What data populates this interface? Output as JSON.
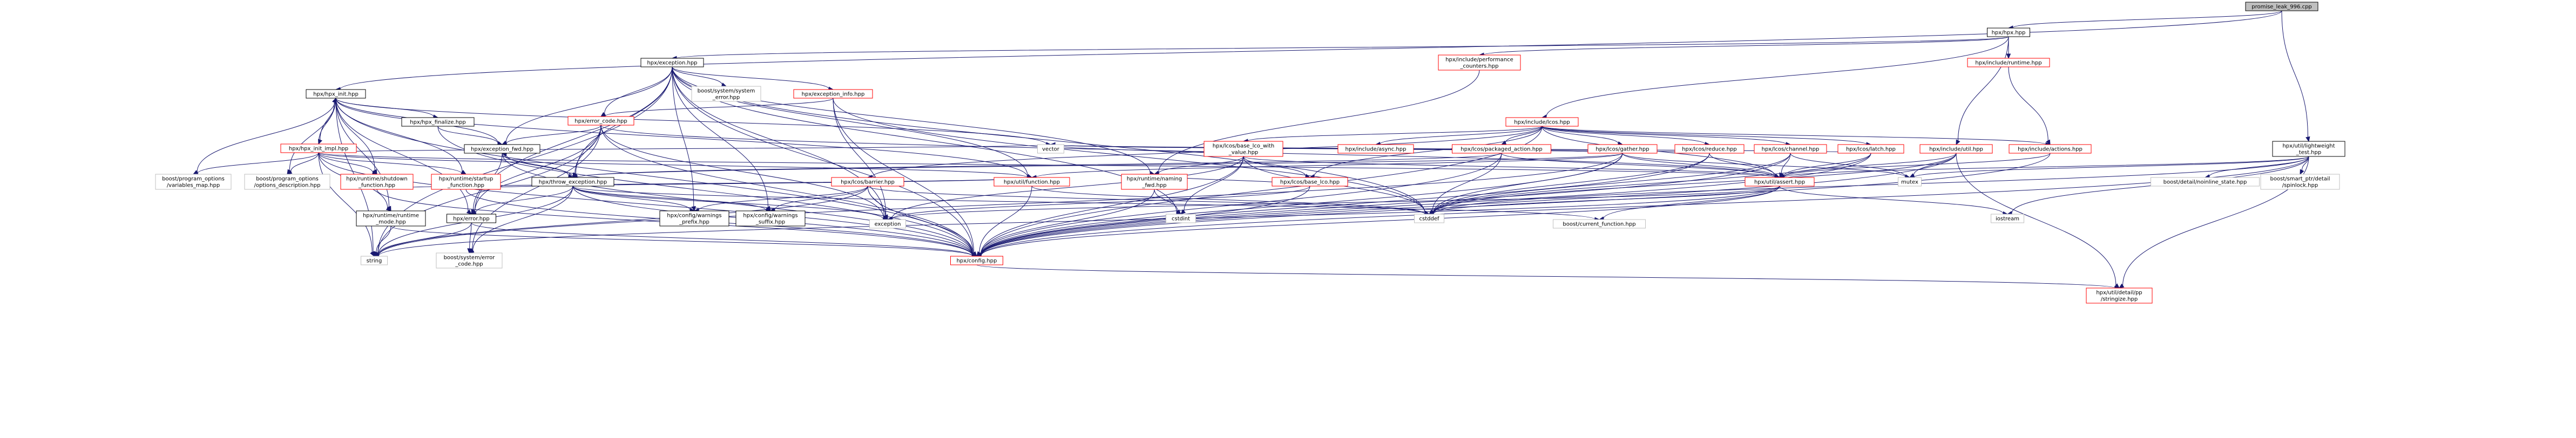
{
  "diagram": {
    "nodes": [
      {
        "id": "root",
        "lines": [
          "promise_leak_996.cpp"
        ],
        "style": "root"
      },
      {
        "id": "hpx_hpp",
        "lines": [
          "hpx/hpx.hpp"
        ],
        "style": "black"
      },
      {
        "id": "exception",
        "lines": [
          "hpx/exception.hpp"
        ],
        "style": "black"
      },
      {
        "id": "perf_counters",
        "lines": [
          "hpx/include/performance",
          "_counters.hpp"
        ],
        "style": "red"
      },
      {
        "id": "inc_runtime",
        "lines": [
          "hpx/include/runtime.hpp"
        ],
        "style": "red"
      },
      {
        "id": "lightweight_test",
        "lines": [
          "hpx/util/lightweight",
          "_test.hpp"
        ],
        "style": "black"
      },
      {
        "id": "hpx_init",
        "lines": [
          "hpx/hpx_init.hpp"
        ],
        "style": "black"
      },
      {
        "id": "boost_system_error",
        "lines": [
          "boost/system/system",
          "_error.hpp"
        ],
        "style": "gray"
      },
      {
        "id": "exception_info",
        "lines": [
          "hpx/exception_info.hpp"
        ],
        "style": "red"
      },
      {
        "id": "inc_lcos",
        "lines": [
          "hpx/include/lcos.hpp"
        ],
        "style": "red"
      },
      {
        "id": "hpx_finalize",
        "lines": [
          "hpx/hpx_finalize.hpp"
        ],
        "style": "black"
      },
      {
        "id": "error_code",
        "lines": [
          "hpx/error_code.hpp"
        ],
        "style": "red"
      },
      {
        "id": "hpx_init_impl",
        "lines": [
          "hpx/hpx_init_impl.hpp"
        ],
        "style": "red"
      },
      {
        "id": "exception_fwd",
        "lines": [
          "hpx/exception_fwd.hpp"
        ],
        "style": "black"
      },
      {
        "id": "inc_async",
        "lines": [
          "hpx/include/async.hpp"
        ],
        "style": "red"
      },
      {
        "id": "base_lco_with_value",
        "lines": [
          "hpx/lcos/base_lco_with",
          "_value.hpp"
        ],
        "style": "red"
      },
      {
        "id": "packaged_action",
        "lines": [
          "hpx/lcos/packaged_action.hpp"
        ],
        "style": "red"
      },
      {
        "id": "lcos_gather",
        "lines": [
          "hpx/lcos/gather.hpp"
        ],
        "style": "red"
      },
      {
        "id": "lcos_reduce",
        "lines": [
          "hpx/lcos/reduce.hpp"
        ],
        "style": "red"
      },
      {
        "id": "lcos_channel",
        "lines": [
          "hpx/lcos/channel.hpp"
        ],
        "style": "red"
      },
      {
        "id": "lcos_latch",
        "lines": [
          "hpx/lcos/latch.hpp"
        ],
        "style": "red"
      },
      {
        "id": "inc_util",
        "lines": [
          "hpx/include/util.hpp"
        ],
        "style": "red"
      },
      {
        "id": "inc_actions",
        "lines": [
          "hpx/include/actions.hpp"
        ],
        "style": "red"
      },
      {
        "id": "boost_po_varmap",
        "lines": [
          "boost/program_options",
          "/variables_map.hpp"
        ],
        "style": "gray"
      },
      {
        "id": "boost_po_desc",
        "lines": [
          "boost/program_options",
          "/options_description.hpp"
        ],
        "style": "gray"
      },
      {
        "id": "shutdown_fn",
        "lines": [
          "hpx/runtime/shutdown",
          "_function.hpp"
        ],
        "style": "red"
      },
      {
        "id": "startup_fn",
        "lines": [
          "hpx/runtime/startup",
          "_function.hpp"
        ],
        "style": "red"
      },
      {
        "id": "throw_exception",
        "lines": [
          "hpx/throw_exception.hpp"
        ],
        "style": "black"
      },
      {
        "id": "lcos_barrier",
        "lines": [
          "hpx/lcos/barrier.hpp"
        ],
        "style": "red"
      },
      {
        "id": "util_function",
        "lines": [
          "hpx/util/function.hpp"
        ],
        "style": "red"
      },
      {
        "id": "naming_fwd",
        "lines": [
          "hpx/runtime/naming",
          "_fwd.hpp"
        ],
        "style": "red"
      },
      {
        "id": "lcos_base_lco",
        "lines": [
          "hpx/lcos/base_lco.hpp"
        ],
        "style": "red"
      },
      {
        "id": "util_assert",
        "lines": [
          "hpx/util/assert.hpp"
        ],
        "style": "red"
      },
      {
        "id": "runtime_mode",
        "lines": [
          "hpx/runtime/runtime",
          "_mode.hpp"
        ],
        "style": "black"
      },
      {
        "id": "error_hpp",
        "lines": [
          "hpx/error.hpp"
        ],
        "style": "black"
      },
      {
        "id": "warnings_prefix",
        "lines": [
          "hpx/config/warnings",
          "_prefix.hpp"
        ],
        "style": "black"
      },
      {
        "id": "warnings_suffix",
        "lines": [
          "hpx/config/warnings",
          "_suffix.hpp"
        ],
        "style": "black"
      },
      {
        "id": "std_exception",
        "lines": [
          "exception"
        ],
        "style": "gray"
      },
      {
        "id": "std_vector",
        "lines": [
          "vector"
        ],
        "style": "gray"
      },
      {
        "id": "std_mutex",
        "lines": [
          "mutex"
        ],
        "style": "gray"
      },
      {
        "id": "std_cstddef",
        "lines": [
          "cstddef"
        ],
        "style": "gray"
      },
      {
        "id": "std_cstdint",
        "lines": [
          "cstdint"
        ],
        "style": "gray"
      },
      {
        "id": "boost_current_function",
        "lines": [
          "boost/current_function.hpp"
        ],
        "style": "gray"
      },
      {
        "id": "std_iostream",
        "lines": [
          "iostream"
        ],
        "style": "gray"
      },
      {
        "id": "boost_noinline_state",
        "lines": [
          "boost/detail/noinline_state.hpp"
        ],
        "style": "gray"
      },
      {
        "id": "boost_smart_ptr_simplock",
        "lines": [
          "boost/smart_ptr/detail",
          "/spinlock.hpp"
        ],
        "style": "gray"
      },
      {
        "id": "std_string",
        "lines": [
          "string"
        ],
        "style": "gray"
      },
      {
        "id": "boost_system_error_code",
        "lines": [
          "boost/system/error",
          "_code.hpp"
        ],
        "style": "gray"
      },
      {
        "id": "hpx_config",
        "lines": [
          "hpx/config.hpp"
        ],
        "style": "red"
      },
      {
        "id": "stringize",
        "lines": [
          "hpx/util/detail/pp",
          "/stringize.hpp"
        ],
        "style": "red"
      }
    ],
    "edges": [
      [
        "root",
        "hpx_hpp"
      ],
      [
        "root",
        "hpx_init"
      ],
      [
        "root",
        "lightweight_test"
      ],
      [
        "hpx_hpp",
        "exception"
      ],
      [
        "hpx_hpp",
        "perf_counters"
      ],
      [
        "hpx_hpp",
        "inc_runtime"
      ],
      [
        "hpx_hpp",
        "inc_lcos"
      ],
      [
        "hpx_hpp",
        "inc_util"
      ],
      [
        "exception",
        "boost_system_error"
      ],
      [
        "exception",
        "exception_info"
      ],
      [
        "exception",
        "error_code"
      ],
      [
        "exception",
        "exception_fwd"
      ],
      [
        "exception",
        "throw_exception"
      ],
      [
        "exception",
        "error_hpp"
      ],
      [
        "exception",
        "warnings_prefix"
      ],
      [
        "exception",
        "warnings_suffix"
      ],
      [
        "exception",
        "std_exception"
      ],
      [
        "exception",
        "std_string"
      ],
      [
        "exception",
        "std_cstdint"
      ],
      [
        "exception",
        "std_cstddef"
      ],
      [
        "exception",
        "hpx_config"
      ],
      [
        "exception",
        "util_function"
      ],
      [
        "exception",
        "naming_fwd"
      ],
      [
        "exception_info",
        "error_code"
      ],
      [
        "exception_info",
        "std_exception"
      ],
      [
        "exception_info",
        "hpx_config"
      ],
      [
        "exception_info",
        "std_cstddef"
      ],
      [
        "error_code",
        "exception_fwd"
      ],
      [
        "error_code",
        "throw_exception"
      ],
      [
        "error_code",
        "error_hpp"
      ],
      [
        "error_code",
        "std_exception"
      ],
      [
        "error_code",
        "std_string"
      ],
      [
        "error_code",
        "boost_system_error_code"
      ],
      [
        "error_code",
        "hpx_config"
      ],
      [
        "error_code",
        "util_assert"
      ],
      [
        "hpx_init",
        "hpx_finalize"
      ],
      [
        "hpx_init",
        "hpx_init_impl"
      ],
      [
        "hpx_init",
        "exception_fwd"
      ],
      [
        "hpx_init",
        "boost_po_varmap"
      ],
      [
        "hpx_init",
        "boost_po_desc"
      ],
      [
        "hpx_init",
        "shutdown_fn"
      ],
      [
        "hpx_init",
        "startup_fn"
      ],
      [
        "hpx_init",
        "runtime_mode"
      ],
      [
        "hpx_init",
        "util_function"
      ],
      [
        "hpx_init",
        "std_string"
      ],
      [
        "hpx_init",
        "std_vector"
      ],
      [
        "hpx_init",
        "hpx_config"
      ],
      [
        "hpx_init",
        "error_hpp"
      ],
      [
        "hpx_finalize",
        "exception_fwd"
      ],
      [
        "hpx_finalize",
        "hpx_config"
      ],
      [
        "hpx_init_impl",
        "hpx_init"
      ],
      [
        "hpx_init_impl",
        "boost_po_varmap"
      ],
      [
        "hpx_init_impl",
        "boost_po_desc"
      ],
      [
        "hpx_init_impl",
        "shutdown_fn"
      ],
      [
        "hpx_init_impl",
        "startup_fn"
      ],
      [
        "hpx_init_impl",
        "runtime_mode"
      ],
      [
        "hpx_init_impl",
        "util_assert"
      ],
      [
        "hpx_init_impl",
        "std_string"
      ],
      [
        "hpx_init_impl",
        "std_vector"
      ],
      [
        "hpx_init_impl",
        "hpx_config"
      ],
      [
        "hpx_init_impl",
        "util_function"
      ],
      [
        "exception_fwd",
        "throw_exception"
      ],
      [
        "exception_fwd",
        "error_hpp"
      ],
      [
        "exception_fwd",
        "hpx_config"
      ],
      [
        "throw_exception",
        "exception_fwd"
      ],
      [
        "throw_exception",
        "error_hpp"
      ],
      [
        "throw_exception",
        "warnings_prefix"
      ],
      [
        "throw_exception",
        "warnings_suffix"
      ],
      [
        "throw_exception",
        "std_exception"
      ],
      [
        "throw_exception",
        "std_string"
      ],
      [
        "throw_exception",
        "boost_system_error_code"
      ],
      [
        "throw_exception",
        "boost_current_function"
      ],
      [
        "throw_exception",
        "hpx_config"
      ],
      [
        "error_hpp",
        "std_string"
      ],
      [
        "error_hpp",
        "boost_system_error_code"
      ],
      [
        "error_hpp",
        "hpx_config"
      ],
      [
        "shutdown_fn",
        "util_function"
      ],
      [
        "shutdown_fn",
        "hpx_config"
      ],
      [
        "startup_fn",
        "util_function"
      ],
      [
        "startup_fn",
        "hpx_config"
      ],
      [
        "runtime_mode",
        "std_string"
      ],
      [
        "runtime_mode",
        "hpx_config"
      ],
      [
        "inc_lcos",
        "inc_async"
      ],
      [
        "inc_lcos",
        "base_lco_with_value"
      ],
      [
        "inc_lcos",
        "packaged_action"
      ],
      [
        "inc_lcos",
        "lcos_gather"
      ],
      [
        "inc_lcos",
        "lcos_reduce"
      ],
      [
        "inc_lcos",
        "lcos_channel"
      ],
      [
        "inc_lcos",
        "lcos_latch"
      ],
      [
        "inc_lcos",
        "inc_actions"
      ],
      [
        "inc_lcos",
        "lcos_base_lco"
      ],
      [
        "inc_lcos",
        "lcos_barrier"
      ],
      [
        "inc_lcos",
        "util_assert"
      ],
      [
        "inc_lcos",
        "hpx_config"
      ],
      [
        "base_lco_with_value",
        "std_vector"
      ],
      [
        "base_lco_with_value",
        "naming_fwd"
      ],
      [
        "base_lco_with_value",
        "lcos_base_lco"
      ],
      [
        "base_lco_with_value",
        "util_assert"
      ],
      [
        "base_lco_with_value",
        "std_cstdint"
      ],
      [
        "base_lco_with_value",
        "std_exception"
      ],
      [
        "base_lco_with_value",
        "hpx_config"
      ],
      [
        "base_lco_with_value",
        "std_cstddef"
      ],
      [
        "packaged_action",
        "util_assert"
      ],
      [
        "packaged_action",
        "throw_exception"
      ],
      [
        "packaged_action",
        "hpx_config"
      ],
      [
        "packaged_action",
        "std_cstddef"
      ],
      [
        "lcos_gather",
        "util_assert"
      ],
      [
        "lcos_gather",
        "util_function"
      ],
      [
        "lcos_gather",
        "std_vector"
      ],
      [
        "lcos_gather",
        "std_cstddef"
      ],
      [
        "lcos_gather",
        "hpx_config"
      ],
      [
        "lcos_gather",
        "std_mutex"
      ],
      [
        "lcos_gather",
        "std_string"
      ],
      [
        "lcos_gather",
        "throw_exception"
      ],
      [
        "lcos_reduce",
        "util_assert"
      ],
      [
        "lcos_reduce",
        "std_vector"
      ],
      [
        "lcos_reduce",
        "std_cstddef"
      ],
      [
        "lcos_reduce",
        "hpx_config"
      ],
      [
        "lcos_channel",
        "util_assert"
      ],
      [
        "lcos_channel",
        "std_mutex"
      ],
      [
        "lcos_channel",
        "std_cstddef"
      ],
      [
        "lcos_channel",
        "hpx_config"
      ],
      [
        "lcos_latch",
        "util_assert"
      ],
      [
        "lcos_latch",
        "std_cstddef"
      ],
      [
        "lcos_latch",
        "hpx_config"
      ],
      [
        "lcos_latch",
        "std_vector"
      ],
      [
        "lcos_barrier",
        "std_string"
      ],
      [
        "lcos_barrier",
        "std_cstddef"
      ],
      [
        "lcos_barrier",
        "hpx_config"
      ],
      [
        "lcos_barrier",
        "warnings_prefix"
      ],
      [
        "lcos_barrier",
        "warnings_suffix"
      ],
      [
        "lcos_barrier",
        "std_exception"
      ],
      [
        "naming_fwd",
        "std_cstdint"
      ],
      [
        "naming_fwd",
        "hpx_config"
      ],
      [
        "lcos_base_lco",
        "std_exception"
      ],
      [
        "lcos_base_lco",
        "hpx_config"
      ],
      [
        "lcos_base_lco",
        "naming_fwd"
      ],
      [
        "util_function",
        "hpx_config"
      ],
      [
        "util_function",
        "std_cstddef"
      ],
      [
        "util_assert",
        "boost_current_function"
      ],
      [
        "util_assert",
        "std_exception"
      ],
      [
        "util_assert",
        "hpx_config"
      ],
      [
        "util_assert",
        "std_iostream"
      ],
      [
        "util_assert",
        "std_cstddef"
      ],
      [
        "util_assert",
        "std_string"
      ],
      [
        "inc_util",
        "util_assert"
      ],
      [
        "inc_util",
        "std_cstddef"
      ],
      [
        "inc_util",
        "hpx_config"
      ],
      [
        "inc_util",
        "stringize"
      ],
      [
        "inc_util",
        "std_mutex"
      ],
      [
        "inc_actions",
        "util_assert"
      ],
      [
        "inc_actions",
        "hpx_config"
      ],
      [
        "inc_runtime",
        "inc_actions"
      ],
      [
        "perf_counters",
        "naming_fwd"
      ],
      [
        "lightweight_test",
        "util_assert"
      ],
      [
        "lightweight_test",
        "std_iostream"
      ],
      [
        "lightweight_test",
        "boost_noinline_state"
      ],
      [
        "lightweight_test",
        "boost_smart_ptr_simplock"
      ],
      [
        "lightweight_test",
        "hpx_config"
      ],
      [
        "lightweight_test",
        "stringize"
      ],
      [
        "lightweight_test",
        "std_cstddef"
      ],
      [
        "lightweight_test",
        "std_mutex"
      ],
      [
        "hpx_config",
        "stringize"
      ]
    ]
  }
}
